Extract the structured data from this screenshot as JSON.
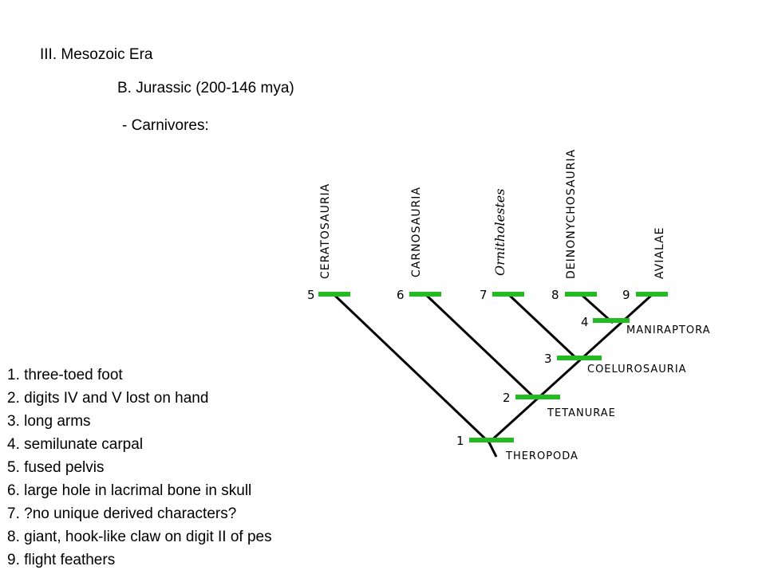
{
  "header": {
    "era": "III. Mesozoic Era",
    "period": "B. Jurassic (200-146 mya)",
    "topic": "- Carnivores:"
  },
  "legend": [
    "1. three-toed foot",
    "2. digits IV and V lost on hand",
    "3. long arms",
    "4. semilunate carpal",
    "5. fused pelvis",
    "6. large hole in lacrimal bone in skull",
    "7. ?no unique derived characters?",
    "8. giant, hook-like claw on digit II of pes",
    "9. flight feathers"
  ],
  "tree": {
    "taxa": [
      {
        "name": "CERATOSAURIA",
        "italic": false,
        "marker": "5"
      },
      {
        "name": "CARNOSAURIA",
        "italic": false,
        "marker": "6"
      },
      {
        "name": "Ornitholestes",
        "italic": true,
        "marker": "7"
      },
      {
        "name": "DEINONYCHOSAURIA",
        "italic": false,
        "marker": "8"
      },
      {
        "name": "AVIALAE",
        "italic": false,
        "marker": "9"
      }
    ],
    "clades": [
      {
        "name": "MANIRAPTORA",
        "marker": "4"
      },
      {
        "name": "COELUROSAURIA",
        "marker": "3"
      },
      {
        "name": "TETANURAE",
        "marker": "2"
      },
      {
        "name": "THEROPODA",
        "marker": "1"
      }
    ],
    "colors": {
      "line": "#000000",
      "bar": "#22bb22"
    }
  }
}
